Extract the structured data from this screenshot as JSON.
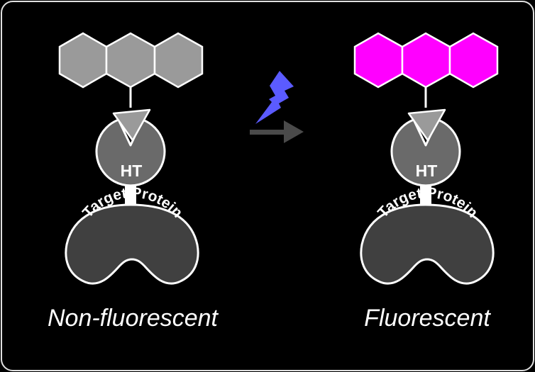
{
  "colors": {
    "background": "#000000",
    "frame_stroke": "#e0e0e0",
    "hex_off": "#9a9a9a",
    "hex_on": "#ff00ff",
    "ligand": "#9a9a9a",
    "ht_body": "#6a6a6a",
    "protein_body": "#404040",
    "outline": "#ffffff",
    "bolt": "#5b5bff",
    "arrow": "#4a4a4a"
  },
  "panels": [
    {
      "state": "off",
      "fluorophore_rings": 3,
      "ht_label": "HT",
      "protein_label": "Target Protein",
      "caption": "Non-fluorescent"
    },
    {
      "state": "on",
      "fluorophore_rings": 3,
      "ht_label": "HT",
      "protein_label": "Target Protein",
      "caption": "Fluorescent"
    }
  ],
  "transition": {
    "light_icon": "lightning-bolt-icon",
    "arrow_icon": "right-arrow-icon"
  }
}
